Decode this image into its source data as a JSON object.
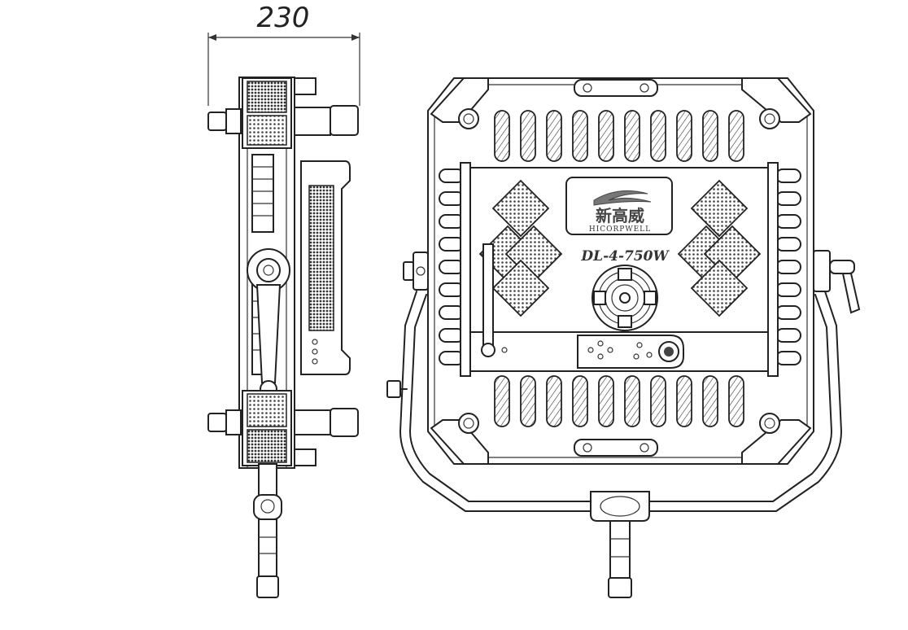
{
  "dimension": {
    "width_label": "230"
  },
  "brand": {
    "chinese": "新高威",
    "latin": "HICORPWELL"
  },
  "model": {
    "name": "DL-4-750W"
  },
  "colors": {
    "line": "#222222",
    "background": "#ffffff",
    "fill_dots": "#555555"
  }
}
